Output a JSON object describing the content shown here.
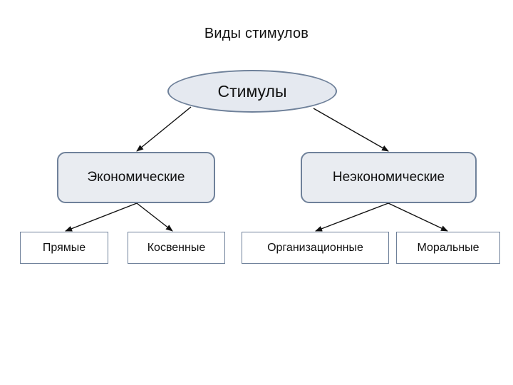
{
  "diagram": {
    "title": "Виды стимулов",
    "root": {
      "label": "Стимулы"
    },
    "categories": [
      {
        "label": "Экономические",
        "children": [
          "Прямые",
          "Косвенные"
        ]
      },
      {
        "label": "Неэкономические",
        "children": [
          "Организационные",
          "Моральные"
        ]
      }
    ]
  },
  "colors": {
    "node_fill": "#e9ecf1",
    "node_border": "#6f819a",
    "leaf_fill": "#ffffff",
    "connector": "#111111"
  }
}
